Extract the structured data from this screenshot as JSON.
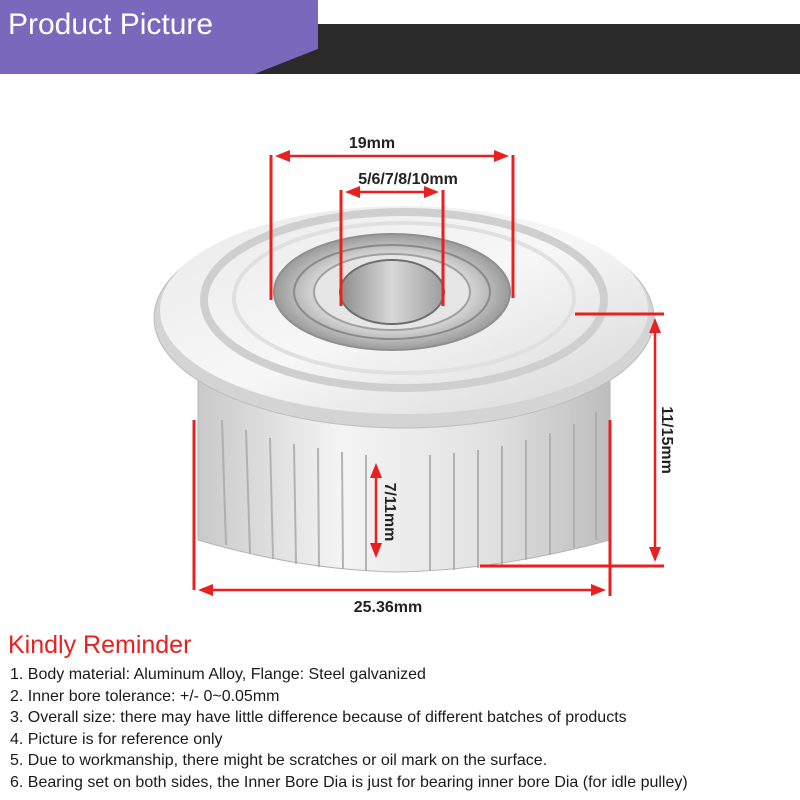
{
  "header": {
    "title": "Product Picture",
    "tab_color": "#7a68bd",
    "bar_color": "#2a2a2a"
  },
  "figure": {
    "subject": "timing-pulley-image",
    "arrow_color": "#e8201f",
    "dimensions": {
      "outer_bearing": "19mm",
      "inner_bore": "5/6/7/8/10mm",
      "tooth_width": "7/11mm",
      "total_height": "11/15mm",
      "outer_diameter": "25.36mm"
    }
  },
  "reminder": {
    "title": "Kindly Reminder",
    "title_color": "#e8201f",
    "items": [
      "1. Body material: Aluminum Alloy, Flange: Steel galvanized",
      "2. Inner bore tolerance: +/- 0~0.05mm",
      "3. Overall size: there may have little difference because of different batches of products",
      "4. Picture is for reference only",
      "5. Due to workmanship, there might be scratches or oil mark on the surface.",
      "6. Bearing set on both sides, the Inner Bore Dia is just for bearing inner bore Dia  (for idle pulley)"
    ]
  }
}
